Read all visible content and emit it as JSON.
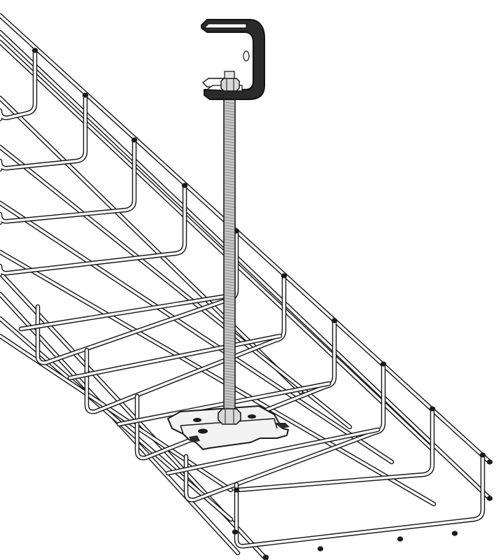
{
  "illustration": {
    "parts": [
      {
        "id": "wire-mesh-cable-tray",
        "icon": "wire-mesh-tray"
      },
      {
        "id": "beam-clamp",
        "icon": "c-clamp"
      },
      {
        "id": "threaded-rod",
        "icon": "threaded-rod"
      },
      {
        "id": "hex-nut",
        "icon": "hex-nut"
      },
      {
        "id": "center-mount-plate",
        "icon": "mounting-plate"
      }
    ]
  },
  "colors": {
    "background": "#ffffff",
    "wire_outline": "#1a1a1a",
    "wire_fill": "#ffffff",
    "rod_fill": "#c8c8c8",
    "rod_thread": "#8a8a8a",
    "clamp_fill": "#2a2a2a",
    "plate_fill": "#f2f2f2",
    "nut_fill": "#d8d8d8"
  }
}
